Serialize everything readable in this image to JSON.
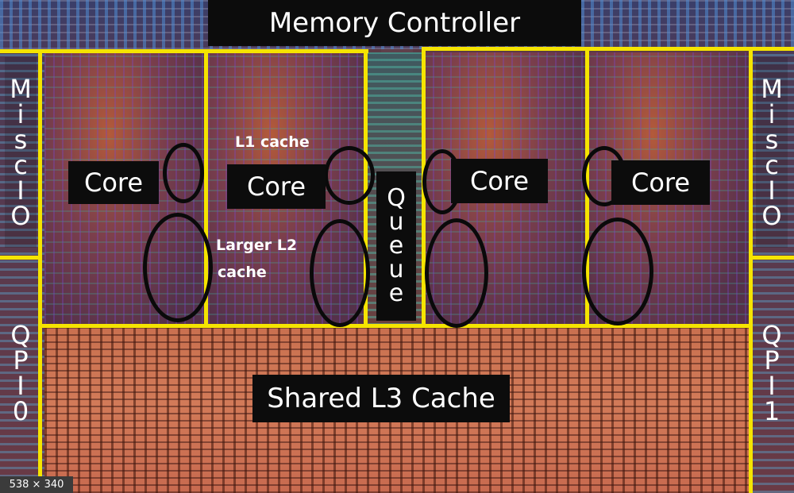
{
  "labels": {
    "memory_controller": "Memory Controller",
    "core": "Core",
    "l1_cache": "L1 cache",
    "larger_l2_line1": "Larger L2",
    "larger_l2_line2": "cache",
    "queue": [
      "Q",
      "u",
      "e",
      "u",
      "e"
    ],
    "misc_io_left": [
      "M",
      "i",
      "s",
      "c",
      "I",
      "O"
    ],
    "misc_io_right": [
      "M",
      "i",
      "s",
      "c",
      "I",
      "O"
    ],
    "qpi_0": [
      "Q",
      "P",
      "I",
      "0"
    ],
    "qpi_1": [
      "Q",
      "P",
      "I",
      "1"
    ],
    "shared_l3": "Shared L3 Cache"
  },
  "size_badge": "538 × 340",
  "colors": {
    "outline": "#f5e400",
    "label_bg": "#0c0c0c",
    "label_text": "#ffffff",
    "circle": "#0a0a0a"
  }
}
